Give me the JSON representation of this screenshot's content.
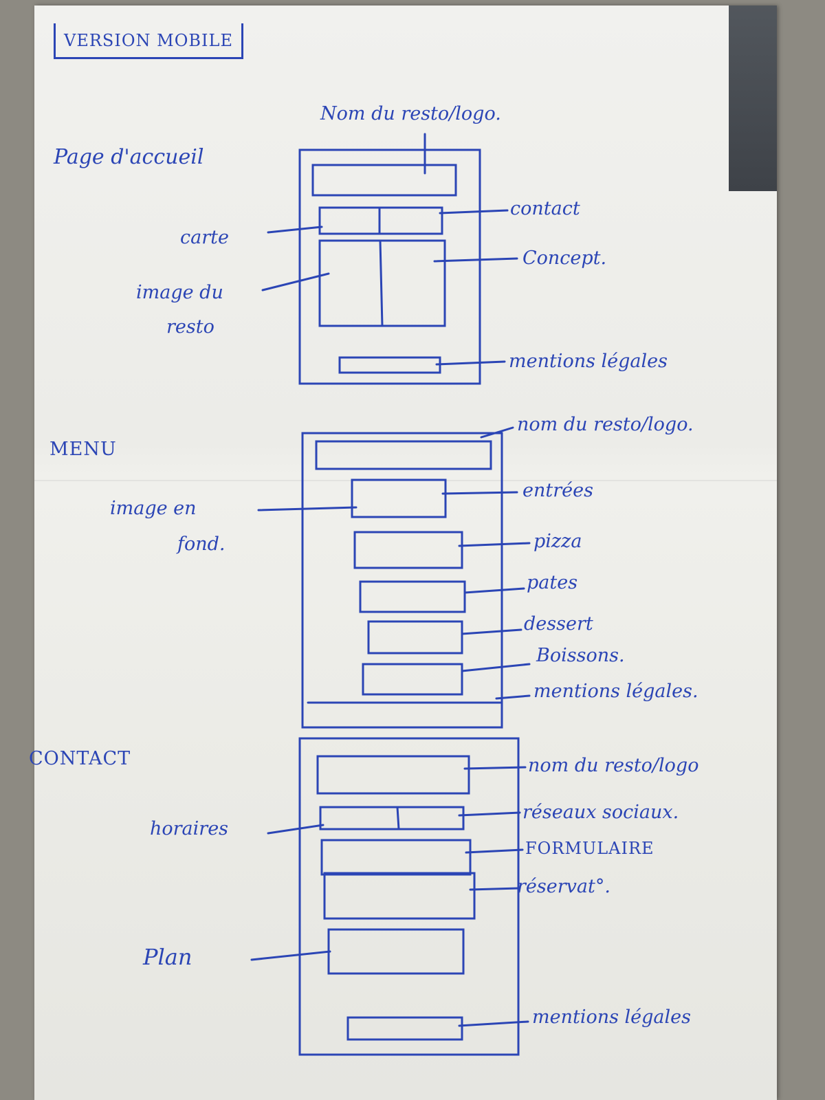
{
  "title": "VERSION MOBILE",
  "colors": {
    "ink": "#2b45b5",
    "paper": "#efefeb"
  },
  "sections": {
    "home": {
      "heading": "Page d'accueil",
      "labels": {
        "logo": "Nom du resto/logo.",
        "contact": "contact",
        "carte": "carte",
        "concept": "Concept.",
        "image": "image du",
        "image2": "resto",
        "legal": "mentions légales"
      }
    },
    "menu": {
      "heading": "MENU",
      "labels": {
        "logo": "nom du resto/logo.",
        "image": "image en",
        "image2": "fond.",
        "entrees": "entrées",
        "pizza": "pizza",
        "pates": "pates",
        "dessert": "dessert",
        "boissons": "Boissons.",
        "legal": "mentions légales."
      }
    },
    "contact": {
      "heading": "CONTACT",
      "labels": {
        "logo": "nom du resto/logo",
        "horaires": "horaires",
        "social": "réseaux sociaux.",
        "form": "FORMULAIRE",
        "resa": "réservat°.",
        "plan": "Plan",
        "legal": "mentions légales"
      }
    }
  }
}
